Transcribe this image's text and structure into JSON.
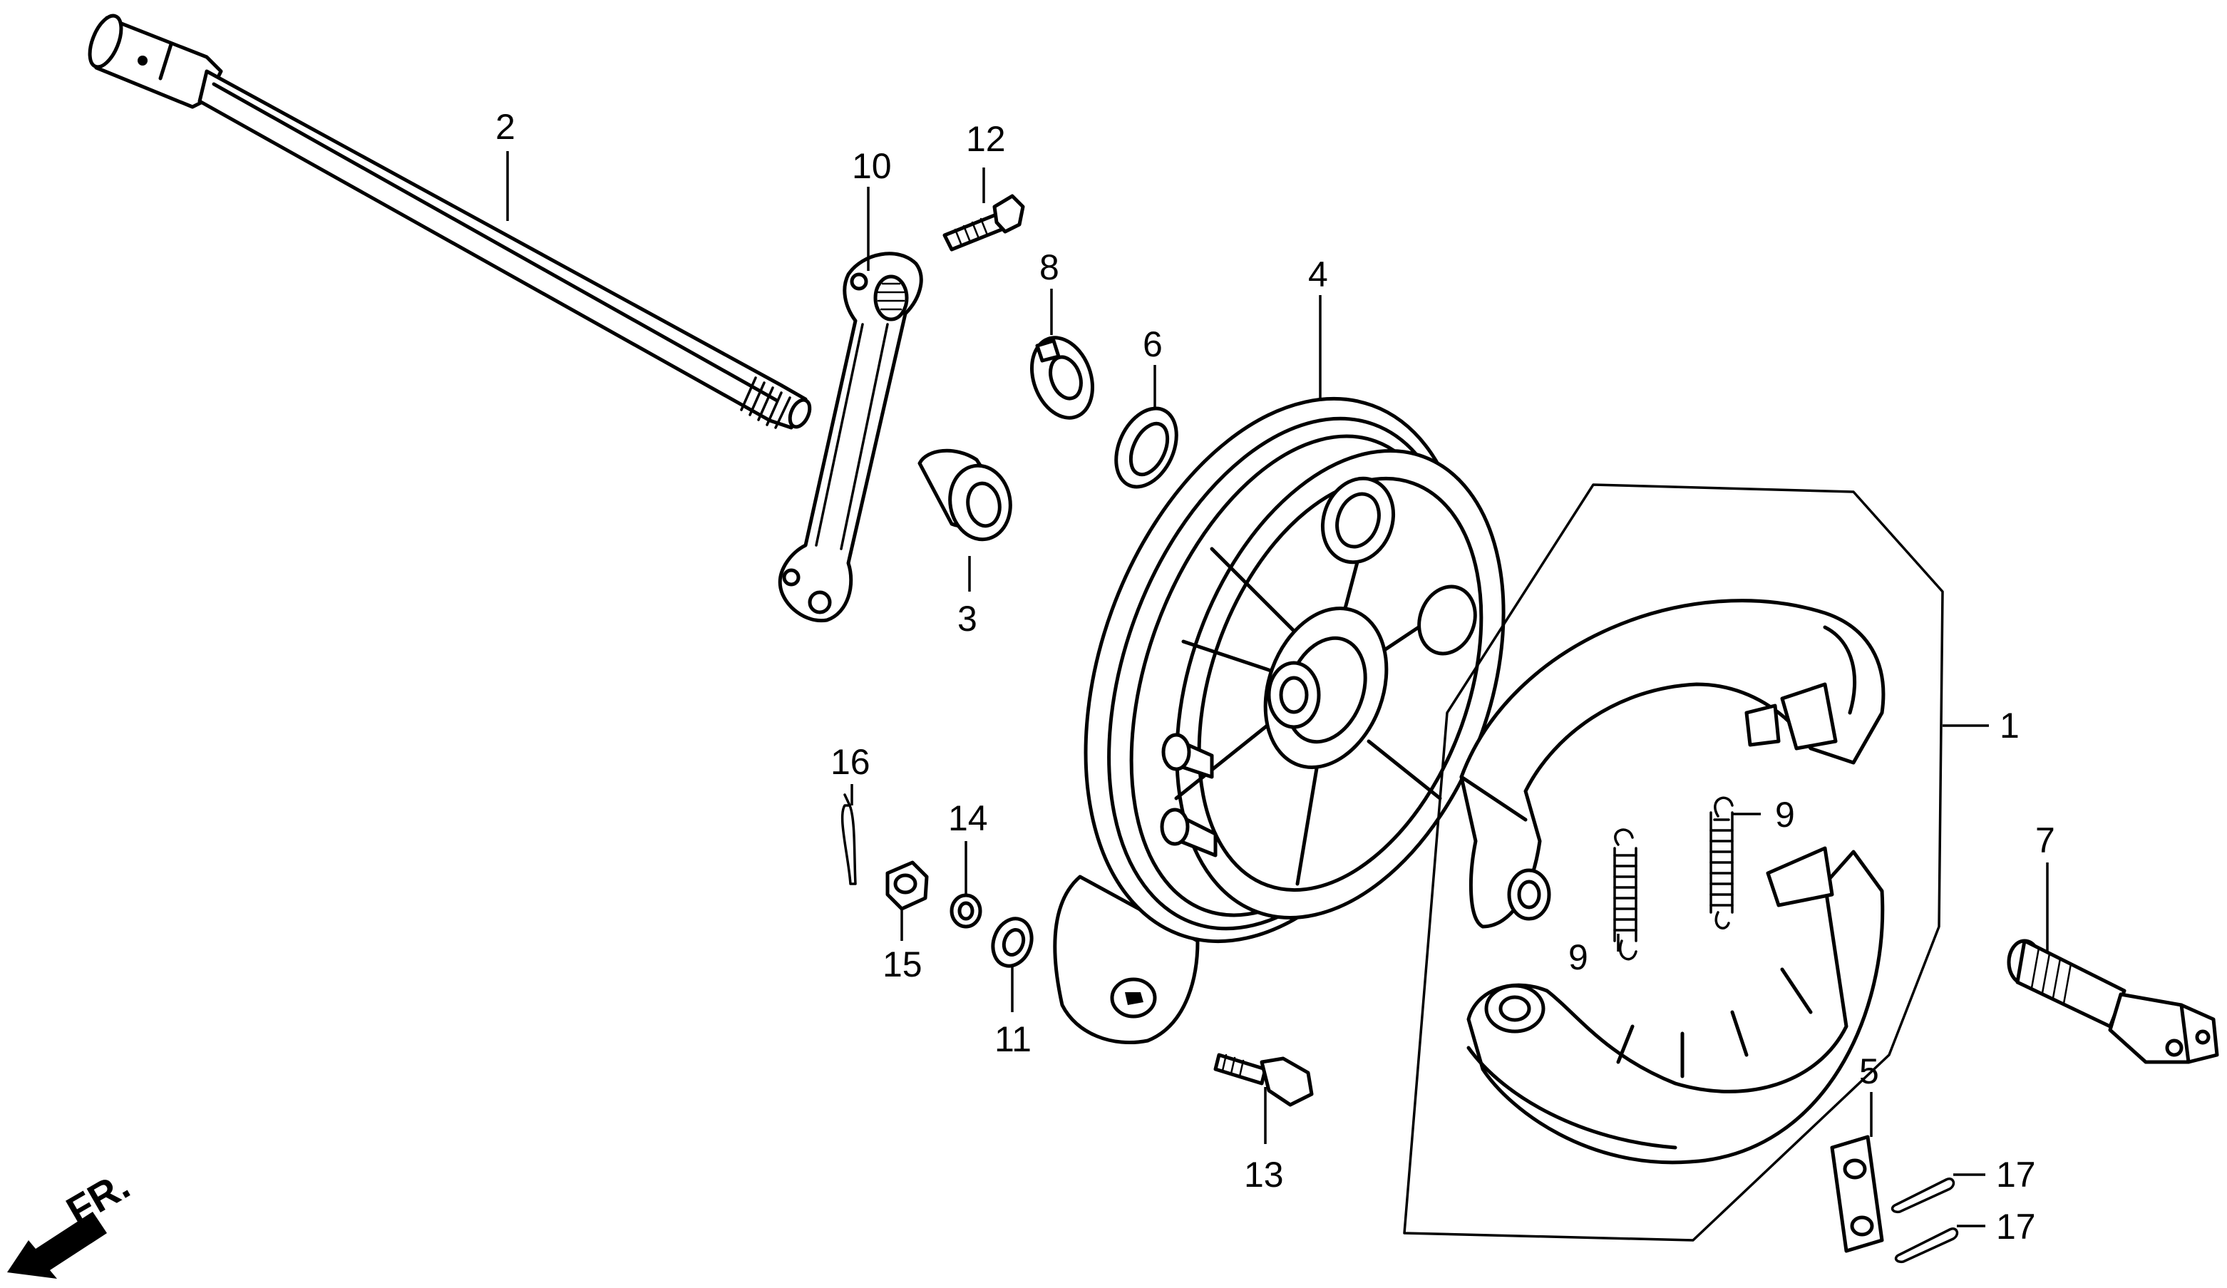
{
  "callouts": {
    "c1": "1",
    "c2": "2",
    "c3": "3",
    "c4": "4",
    "c5": "5",
    "c6": "6",
    "c7": "7",
    "c8": "8",
    "c9a": "9",
    "c9b": "9",
    "c10": "10",
    "c11": "11",
    "c12": "12",
    "c13": "13",
    "c14": "14",
    "c15": "15",
    "c16": "16",
    "c17a": "17",
    "c17b": "17"
  },
  "direction": {
    "label": "FR.",
    "icon": "front-direction-arrow-icon"
  }
}
